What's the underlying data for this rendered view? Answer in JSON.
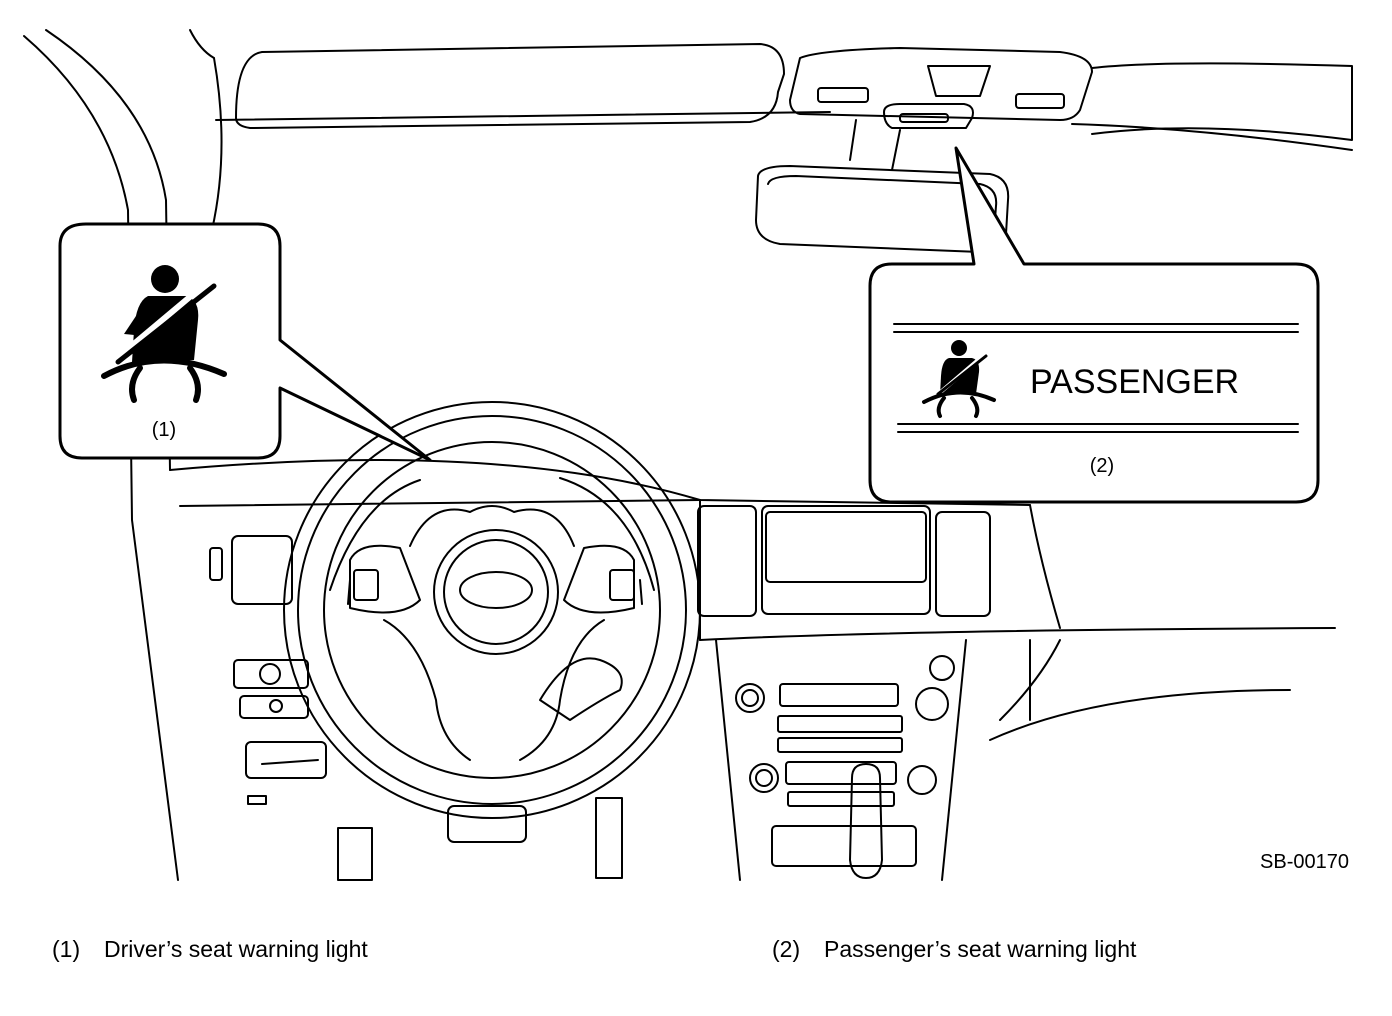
{
  "callouts": {
    "driver": {
      "number": "(1)"
    },
    "passenger": {
      "number": "(2)",
      "indicator_text": "PASSENGER"
    }
  },
  "figure_code": "SB-00170",
  "legend": [
    {
      "number": "(1)",
      "text": "Driver’s seat warning light"
    },
    {
      "number": "(2)",
      "text": "Passenger’s seat warning light"
    }
  ],
  "icons": {
    "driver_callout": "seatbelt-warning-icon",
    "passenger_callout": "seatbelt-warning-icon"
  },
  "colors": {
    "line": "#000000",
    "background": "#ffffff"
  }
}
